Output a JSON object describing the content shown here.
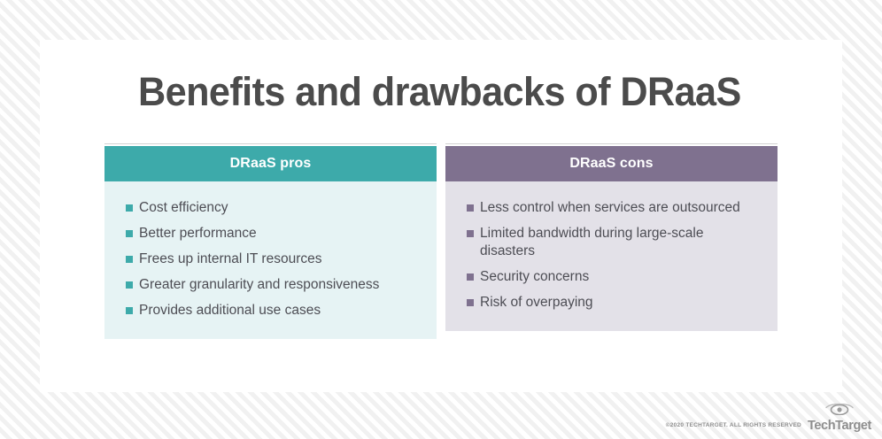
{
  "page": {
    "title": "Benefits and drawbacks of DRaaS",
    "background_pattern": "diagonal-stripes",
    "accent_pros": "#3daaaa",
    "accent_cons": "#7f718f",
    "title_color": "#4b4b4b"
  },
  "table": {
    "columns": [
      {
        "header": "DRaaS pros",
        "header_bg": "#3daaaa",
        "body_bg": "#e6f3f4",
        "bullet_color": "#3daaaa",
        "items": [
          "Cost efficiency",
          "Better performance",
          "Frees up internal IT resources",
          "Greater granularity and responsiveness",
          "Provides additional use cases"
        ]
      },
      {
        "header": "DRaaS cons",
        "header_bg": "#7f718f",
        "body_bg": "#e3e1e8",
        "bullet_color": "#7f718f",
        "items": [
          "Less control when services are outsourced",
          "Limited bandwidth during large-scale disasters",
          "Security concerns",
          "Risk of overpaying"
        ]
      }
    ]
  },
  "footer": {
    "copyright": "©2020 TECHTARGET. ALL RIGHTS RESERVED",
    "logo_text": "TechTarget",
    "logo_icon": "eye-icon",
    "logo_color": "#8e8e8e"
  }
}
